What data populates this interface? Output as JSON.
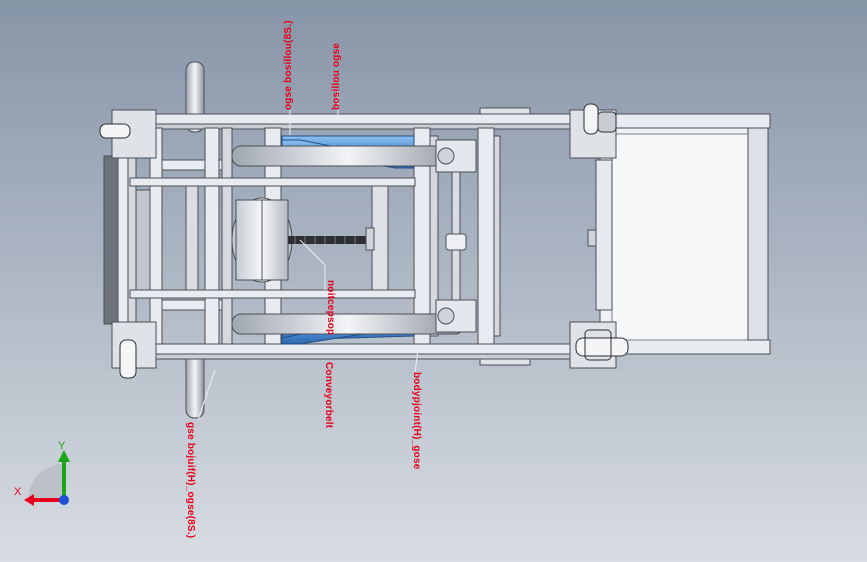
{
  "callouts": [
    {
      "id": "callout-top-1",
      "text": "ogse bosillou(8S.)"
    },
    {
      "id": "callout-top-2",
      "text": "bosillou ogse"
    },
    {
      "id": "callout-mid",
      "text": "noitcepsop"
    },
    {
      "id": "callout-bot-mid",
      "text": "Conveyorbelt"
    },
    {
      "id": "callout-bot-left",
      "text": "gse bojuif(H)_ogse(8S.)"
    },
    {
      "id": "callout-bot-right",
      "text": "bodypjoint(H)_gose"
    }
  ],
  "triad": {
    "x_label": "X",
    "y_label": "Y"
  },
  "colors": {
    "frame": "#e8ebef",
    "frame_edge": "#4a4f57",
    "blue_part": "#5f9fe0",
    "callout": "#e8001c",
    "y_axis": "#1aa61a",
    "x_axis": "#e8001c"
  }
}
